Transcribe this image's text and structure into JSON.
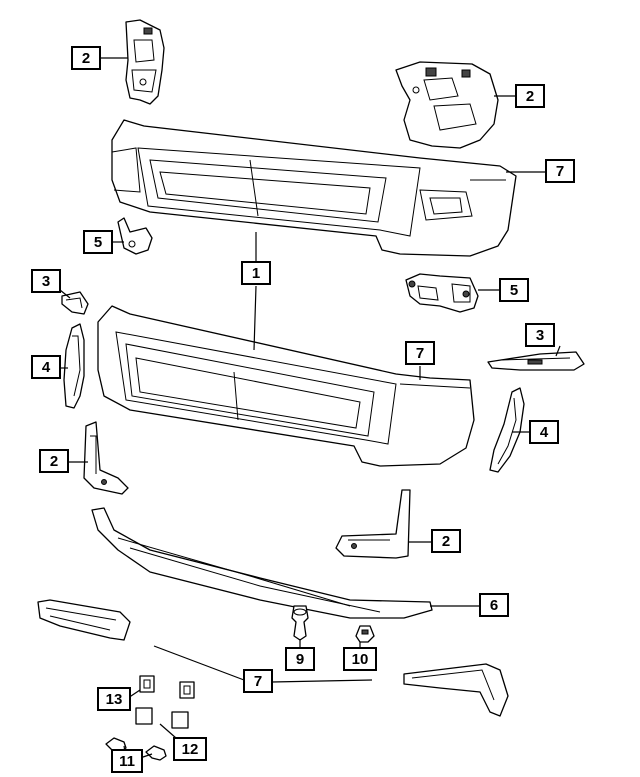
{
  "callouts": [
    {
      "label": "2"
    },
    {
      "label": "2"
    },
    {
      "label": "7"
    },
    {
      "label": "5"
    },
    {
      "label": "1"
    },
    {
      "label": "3"
    },
    {
      "label": "5"
    },
    {
      "label": "3"
    },
    {
      "label": "4"
    },
    {
      "label": "7"
    },
    {
      "label": "4"
    },
    {
      "label": "2"
    },
    {
      "label": "2"
    },
    {
      "label": "6"
    },
    {
      "label": "9"
    },
    {
      "label": "10"
    },
    {
      "label": "7"
    },
    {
      "label": "13"
    },
    {
      "label": "12"
    },
    {
      "label": "11"
    }
  ]
}
